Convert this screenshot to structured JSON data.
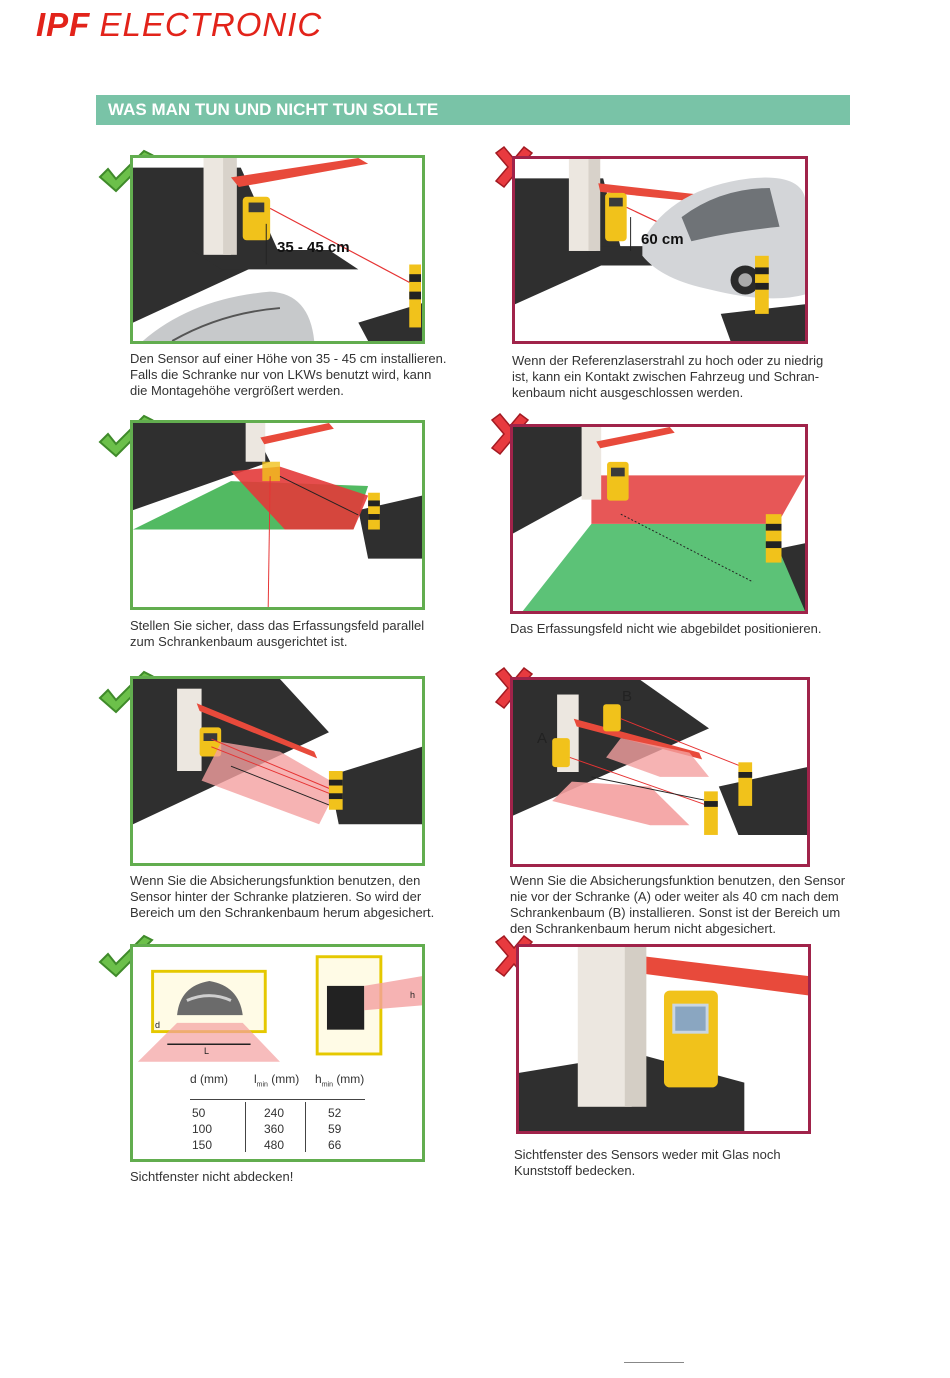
{
  "header": {
    "logo_bold": "IPF",
    "logo_text": "ELECTRONIC",
    "section_title": "WAS MAN TUN UND NICHT TUN SOLLTE"
  },
  "items": [
    {
      "verdict": "do",
      "caption": [
        "Den Sensor auf einer Höhe von 35 - 45 cm installieren.",
        "Falls die Schranke nur von LKWs benutzt wird, kann",
        "die Montagehöhe vergrößert werden."
      ],
      "dimension": "35 - 45 cm"
    },
    {
      "verdict": "dont",
      "caption": [
        "Wenn der Referenzlaserstrahl zu hoch oder zu niedrig",
        "ist, kann ein Kontakt zwischen Fahrzeug und Schran-",
        "kenbaum nicht ausgeschlossen werden."
      ],
      "dimension": "60 cm"
    },
    {
      "verdict": "do",
      "caption": [
        "Stellen Sie sicher, dass das Erfassungsfeld parallel",
        "zum Schrankenbaum ausgerichtet ist."
      ]
    },
    {
      "verdict": "dont",
      "caption": [
        "Das Erfassungsfeld nicht wie abgebildet positionieren."
      ]
    },
    {
      "verdict": "do",
      "caption": [
        "Wenn Sie die Absicherungsfunktion benutzen, den",
        "Sensor hinter der Schranke platzieren. So wird der",
        "Bereich um den Schrankenbaum herum abgesichert."
      ]
    },
    {
      "verdict": "dont",
      "caption": [
        "Wenn Sie die Absicherungsfunktion benutzen, den Sensor",
        "nie vor der Schranke (A) oder weiter als 40 cm nach dem",
        "Schrankenbaum (B) installieren. Sonst ist der Bereich um",
        "den Schrankenbaum herum nicht abgesichert."
      ],
      "labels": [
        "A",
        "B"
      ]
    },
    {
      "verdict": "do",
      "caption": [
        "Sichtfenster nicht abdecken!"
      ],
      "diagram_labels": {
        "d": "d",
        "l": "L",
        "h": "h"
      }
    },
    {
      "verdict": "dont",
      "caption": [
        "Sichtfenster des Sensors weder mit Glas noch",
        "Kunststoff bedecken."
      ]
    }
  ],
  "spec_table": {
    "headers": [
      "d (mm)",
      "l",
      "min",
      "(mm)",
      "h",
      "min",
      "(mm)"
    ],
    "rows": [
      [
        "50",
        "240",
        "52"
      ],
      [
        "100",
        "360",
        "59"
      ],
      [
        "150",
        "480",
        "66"
      ]
    ]
  },
  "colors": {
    "brand_red": "#e2231a",
    "section_green": "#79c3a7",
    "do_green": "#62ad4f",
    "dont_red": "#a0234a"
  }
}
